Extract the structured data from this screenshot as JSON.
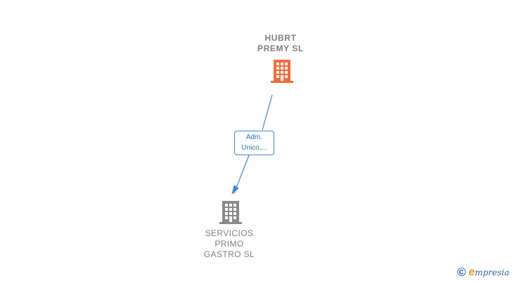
{
  "nodes": [
    {
      "id": "hubrt",
      "name": "HUBRT\nPREMY SL",
      "color": "#f26b3a",
      "icon": "building-icon"
    },
    {
      "id": "servicios",
      "name": "SERVICIOS\nPRIMO\nGASTRO  SL",
      "color": "#8a8a8a",
      "icon": "building-icon"
    }
  ],
  "edges": [
    {
      "from": "hubrt",
      "to": "servicios",
      "label": "Adm.\nUnico,...",
      "color": "#3f86dd"
    }
  ],
  "brand": {
    "copyright": "©",
    "e": "e",
    "rest": "mpresia"
  }
}
